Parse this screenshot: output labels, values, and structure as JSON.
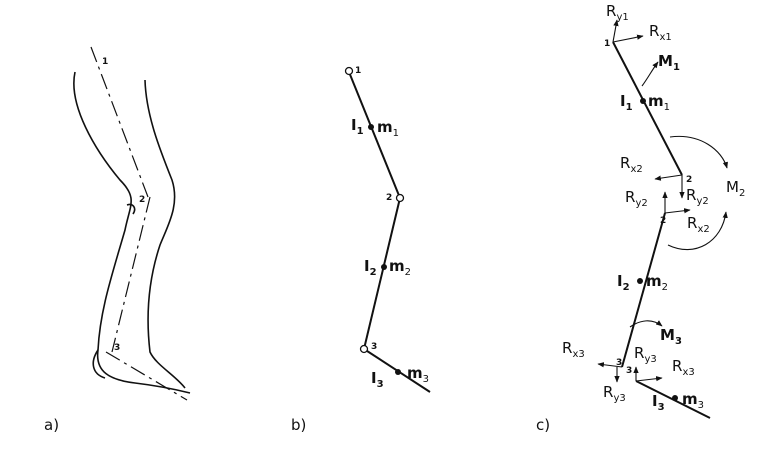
{
  "captions": {
    "a": "a)",
    "b": "b)",
    "c": "c)"
  },
  "joints": {
    "j1": "1",
    "j2": "2",
    "j3": "3"
  },
  "symbols": {
    "I": "I",
    "m": "m",
    "M": "M",
    "R": "R",
    "s1": "1",
    "s2": "2",
    "s3": "3",
    "x1": "x1",
    "y1": "y1",
    "x2": "x2",
    "y2": "y2",
    "x3": "x3",
    "y3": "y3"
  }
}
